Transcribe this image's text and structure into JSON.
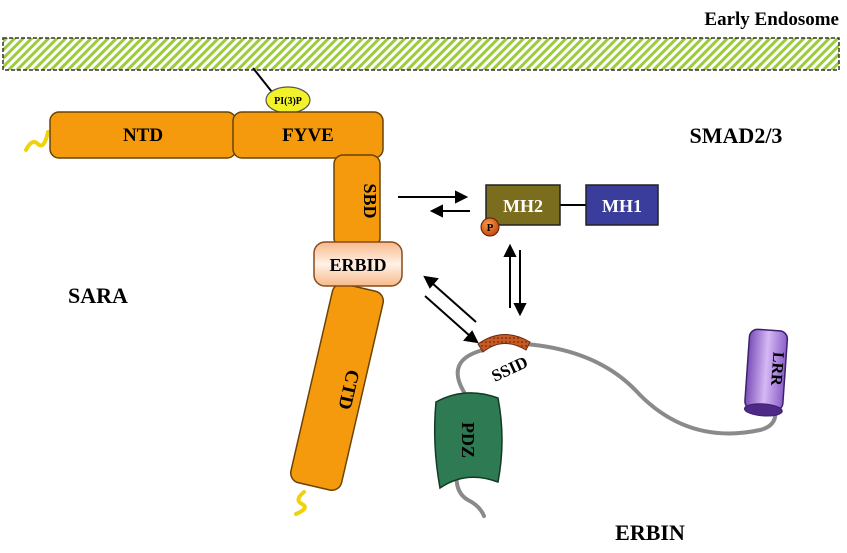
{
  "membrane": {
    "label": "Early Endosome"
  },
  "sara": {
    "label": "SARA",
    "domains": {
      "ntd": "NTD",
      "fyve": "FYVE",
      "sbd": "SBD",
      "erbid": "ERBID",
      "ctd": "CTD"
    },
    "lipid": "PI(3)P"
  },
  "smad": {
    "label": "SMAD2/3",
    "domains": {
      "mh2": "MH2",
      "mh1": "MH1"
    },
    "phospho": "P"
  },
  "erbin": {
    "label": "ERBIN",
    "domains": {
      "ssid": "SSID",
      "pdz": "PDZ",
      "lrr": "LRR"
    }
  },
  "colors": {
    "sara_orange": "#f59a0c",
    "membrane_green": "#9ccc3c",
    "mh2": "#7a6d1e",
    "mh1": "#3a3d9c",
    "pdz": "#2e7a52",
    "lrr": "#9a6fd1",
    "ssid": "#a64a1a",
    "lipid_yellow": "#f2f22a"
  }
}
